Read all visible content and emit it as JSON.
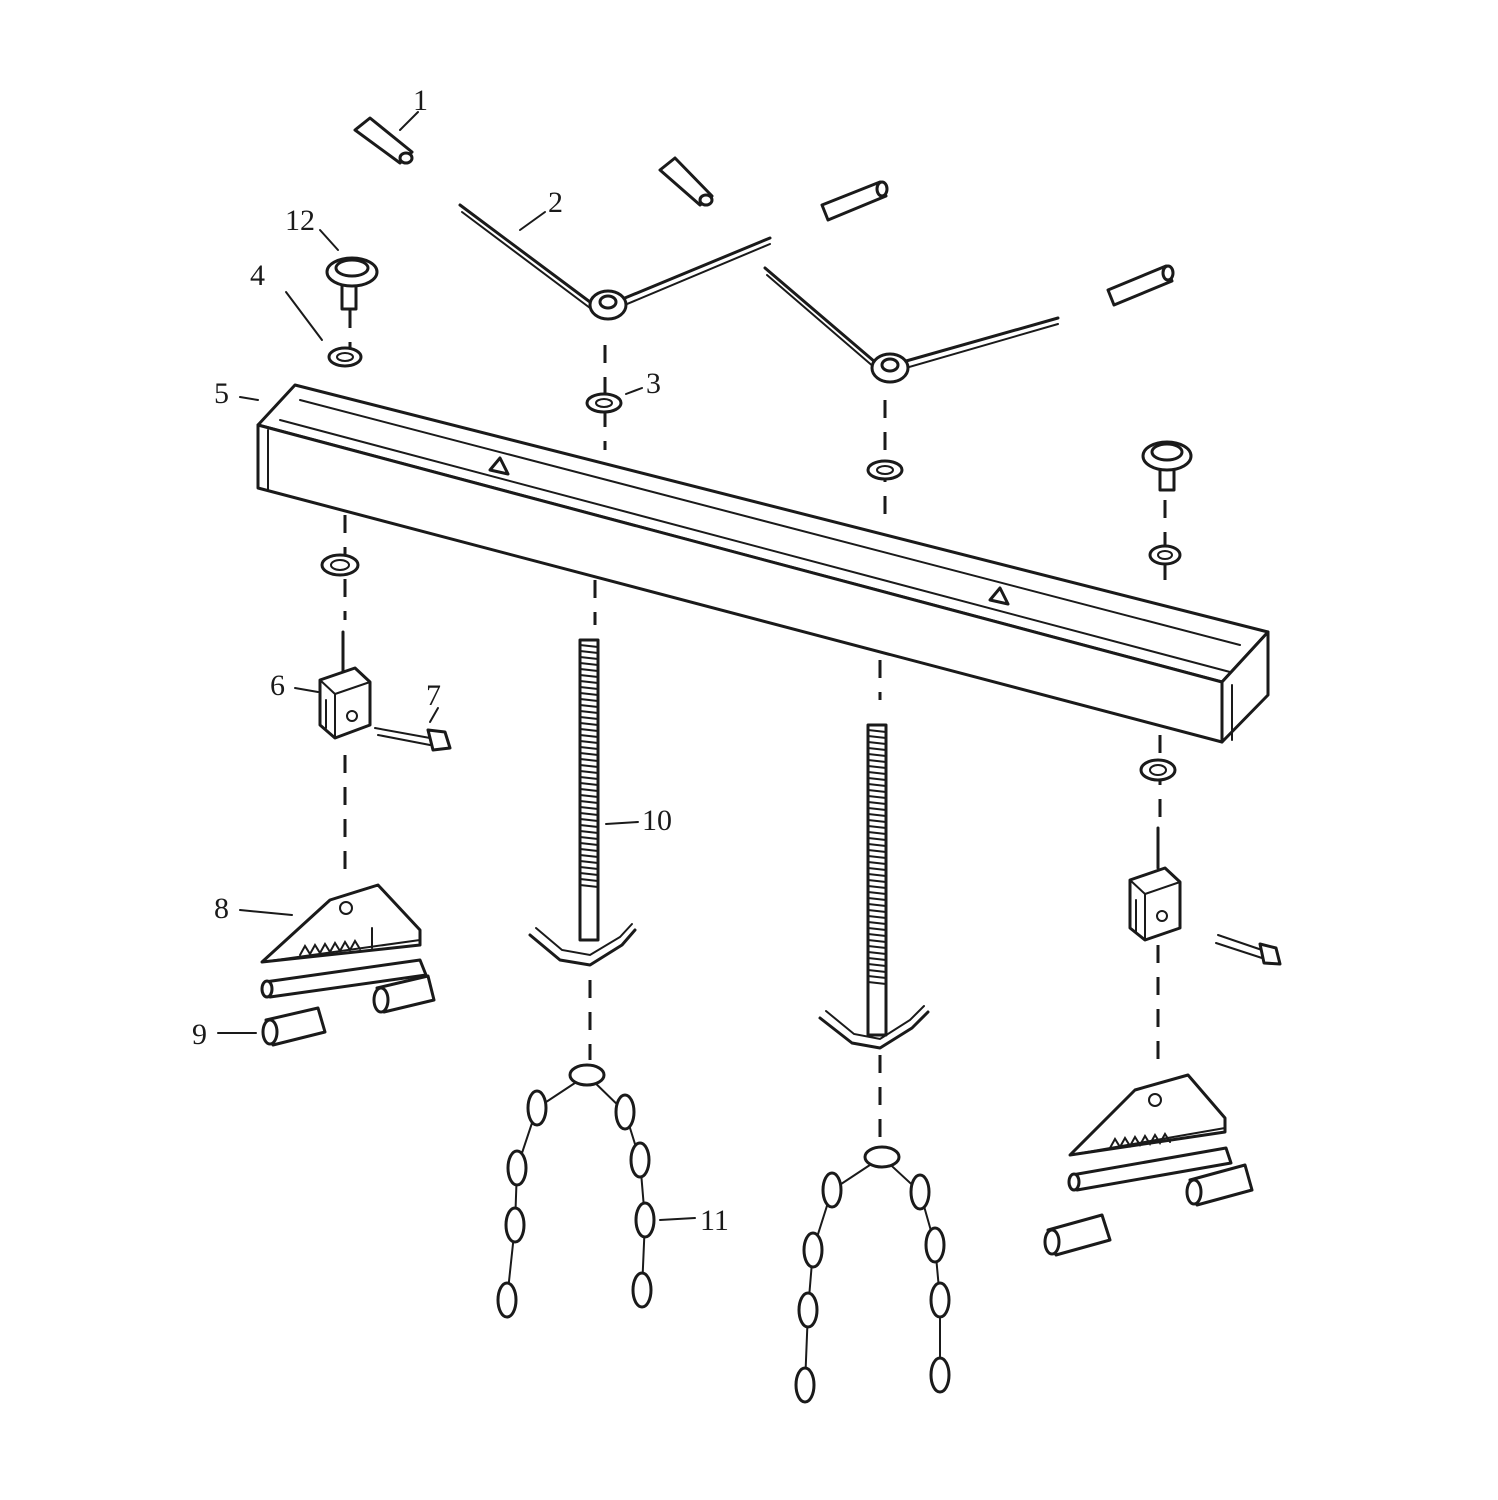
{
  "callouts": [
    {
      "id": "c1",
      "text": "1"
    },
    {
      "id": "c2",
      "text": "2"
    },
    {
      "id": "c3",
      "text": "3"
    },
    {
      "id": "c4",
      "text": "4"
    },
    {
      "id": "c5",
      "text": "5"
    },
    {
      "id": "c6",
      "text": "6"
    },
    {
      "id": "c7",
      "text": "7"
    },
    {
      "id": "c8",
      "text": "8"
    },
    {
      "id": "c9",
      "text": "9"
    },
    {
      "id": "c10",
      "text": "10"
    },
    {
      "id": "c11",
      "text": "11"
    },
    {
      "id": "c12",
      "text": "12"
    }
  ],
  "colors": {
    "ink": "#1a1a1a",
    "background": "#ffffff"
  }
}
